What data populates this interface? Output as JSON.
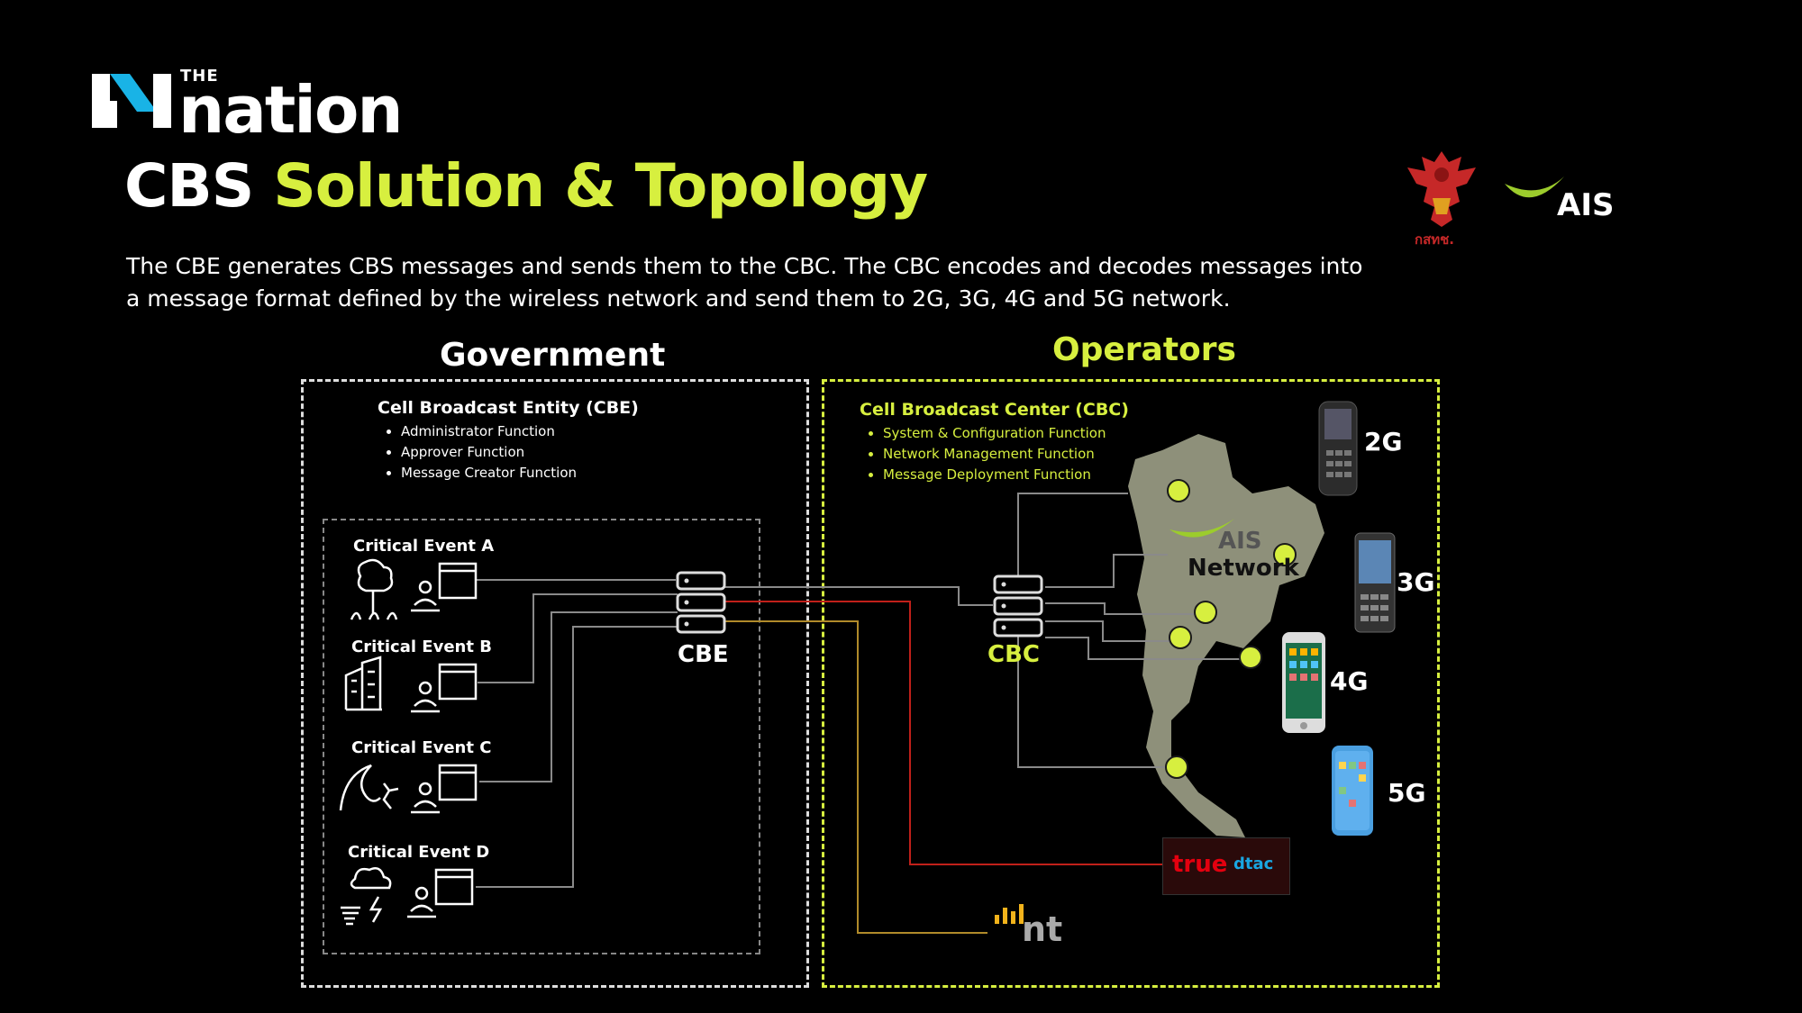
{
  "brand": {
    "small": "THE",
    "name": "nation"
  },
  "title": {
    "part1": "CBS",
    "part2": "Solution & Topology"
  },
  "intro": {
    "line1": "The CBE generates CBS messages and sends them to the CBC. The CBC encodes and decodes messages into",
    "line2": "a message format defined by the wireless network and send them to 2G, 3G, 4G and 5G network."
  },
  "partners": {
    "nbtc_caption": "กสทช.",
    "ais_logo": "AIS"
  },
  "government": {
    "heading": "Government",
    "entity_title": "Cell Broadcast Entity (CBE)",
    "functions": [
      "Administrator Function",
      "Approver Function",
      "Message Creator Function"
    ],
    "events": [
      "Critical Event A",
      "Critical Event B",
      "Critical Event C",
      "Critical Event D"
    ],
    "node_label": "CBE"
  },
  "operators": {
    "heading": "Operators",
    "center_title": "Cell Broadcast Center (CBC)",
    "functions": [
      "System & Configuration Function",
      "Network Management Function",
      "Message Deployment Function"
    ],
    "node_label": "CBC",
    "map_brand": "AIS",
    "map_label": "Network",
    "generations": [
      "2G",
      "3G",
      "4G",
      "5G"
    ],
    "true_logo": "true",
    "dtac_logo": "dtac",
    "nt_logo": "nt"
  },
  "colors": {
    "accent": "#d7ef3f",
    "true_red": "#e3000f",
    "nt_gold": "#f2b31b",
    "dtac_blue": "#19a6e1",
    "line_gray": "#8a8a8a",
    "line_red": "#c0201a",
    "line_gold": "#b08a2a"
  }
}
